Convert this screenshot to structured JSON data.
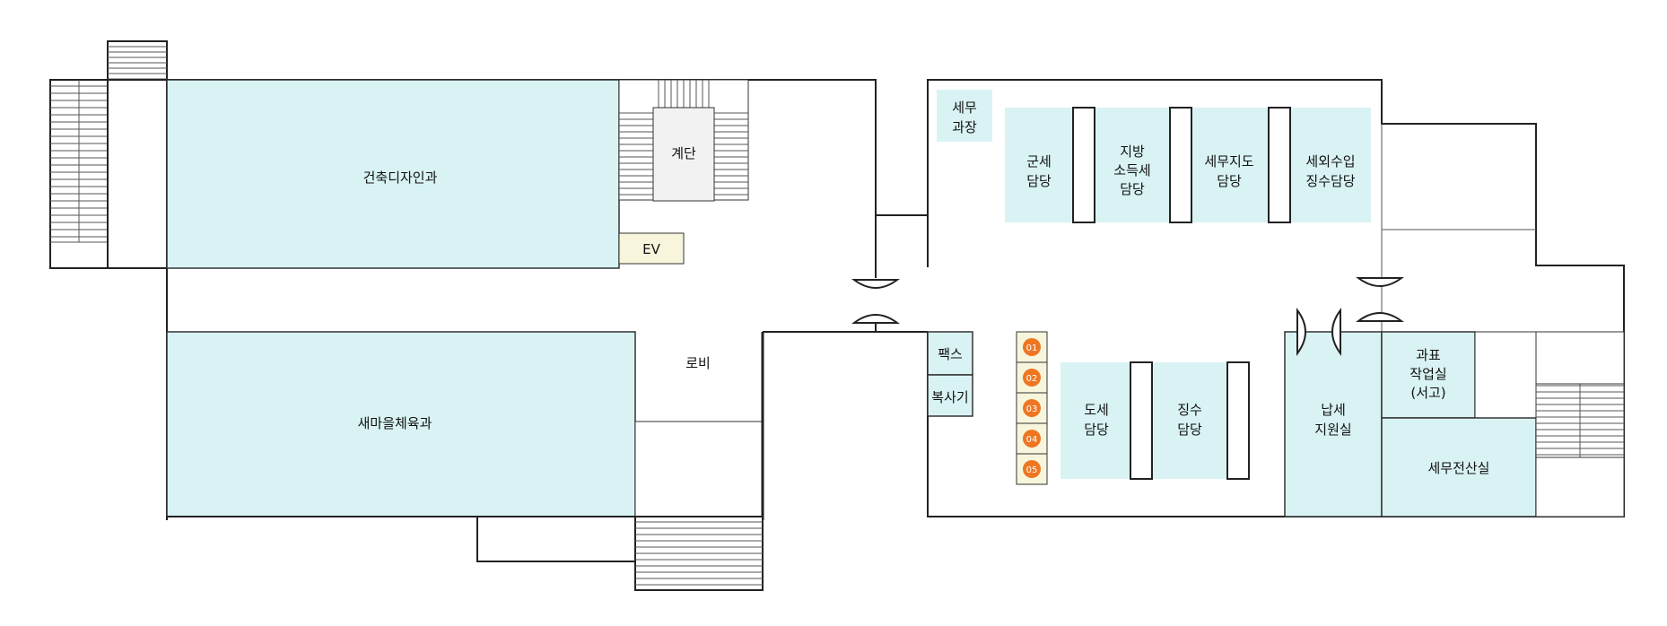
{
  "rooms": {
    "arch_design": "건축디자인과",
    "stairs": "계단",
    "ev": "EV",
    "saemaul": "새마을체육과",
    "lobby": "로비",
    "tax_chief_1": "세무",
    "tax_chief_2": "과장",
    "gunse_1": "군세",
    "gunse_2": "담당",
    "local_income_1": "지방",
    "local_income_2": "소득세",
    "local_income_3": "담당",
    "tax_guidance_1": "세무지도",
    "tax_guidance_2": "담당",
    "nontax_1": "세외수입",
    "nontax_2": "징수담당",
    "fax": "팩스",
    "copier": "복사기",
    "dose_1": "도세",
    "dose_2": "담당",
    "collection_1": "징수",
    "collection_2": "담당",
    "taxpayer_1": "납세",
    "taxpayer_2": "지원실",
    "workroom_1": "과표",
    "workroom_2": "작업실",
    "workroom_3": "(서고)",
    "computer_room": "세무전산실"
  },
  "counters": [
    "01",
    "02",
    "03",
    "04",
    "05"
  ],
  "colors": {
    "room_fill": "#d9f3f4",
    "counter_orange": "#ee7622",
    "ev_fill": "#f7f6dc",
    "stair_fill": "#f2f2f2"
  }
}
